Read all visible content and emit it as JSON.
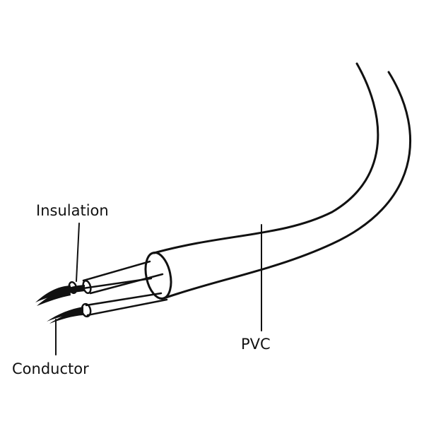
{
  "labels": {
    "insulation": "Insulation",
    "pvc": "PVC",
    "conductor": "Conductor"
  },
  "colors": {
    "ink": "#111111",
    "background": "#ffffff"
  }
}
